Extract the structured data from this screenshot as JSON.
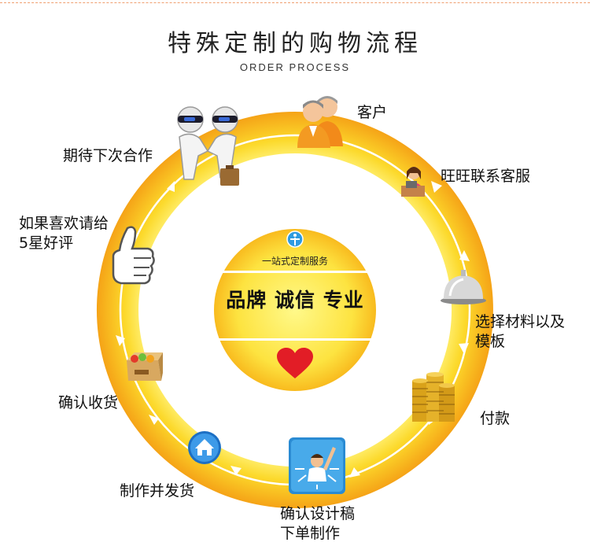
{
  "header": {
    "title": "特殊定制的购物流程",
    "subtitle": "ORDER PROCESS"
  },
  "center": {
    "top_label": "一站式定制服务",
    "main_label": "品牌 诚信 专业"
  },
  "steps": [
    {
      "label": "客户",
      "icon": "customer-icon"
    },
    {
      "label": "旺旺联系客服",
      "icon": "customer-service-icon"
    },
    {
      "label_line1": "选择材料以及",
      "label_line2": "模板",
      "icon": "service-bell-icon"
    },
    {
      "label": "付款",
      "icon": "gold-coins-icon"
    },
    {
      "label_line1": "确认设计稿",
      "label_line2": "下单制作",
      "icon": "designer-icon"
    },
    {
      "label": "制作并发货",
      "icon": "home-shipping-icon"
    },
    {
      "label": "确认收货",
      "icon": "package-icon"
    },
    {
      "label_line1": "如果喜欢请给",
      "label_line2": "5星好评",
      "icon": "thumbs-up-icon"
    },
    {
      "label": "期待下次合作",
      "icon": "handshake-icon"
    }
  ],
  "colors": {
    "ring_outer": "#f7a51c",
    "ring_inner": "#fde64b",
    "arrow": "#ffffff",
    "heart": "#e21d26"
  }
}
